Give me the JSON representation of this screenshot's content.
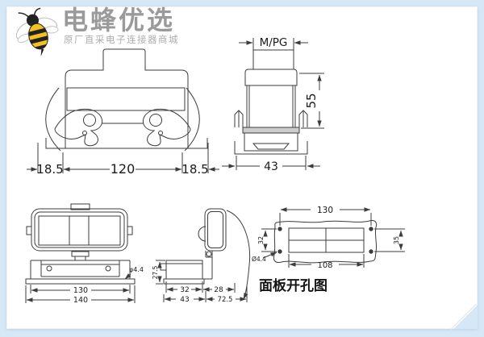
{
  "colors": {
    "canvas_bg": "#d6e8f6",
    "paper": "#ffffff",
    "line": "#3c3c3c",
    "brand_gray": "#9a9a9a",
    "bee_yellow": "#f2c21e"
  },
  "logo": {
    "brand": "电蜂优选",
    "tagline": "原厂直采电子连接器商城"
  },
  "views": {
    "housing_front": {
      "dim_left": "18.5",
      "dim_width": "120",
      "dim_right": "18.5"
    },
    "housing_side": {
      "thread": "M/PG",
      "dim_height": "55",
      "dim_width": "43"
    },
    "base_front": {
      "hole": "φ4.4",
      "dim_inner": "130",
      "dim_outer": "140"
    },
    "base_side": {
      "dim_height": "27.5",
      "dim_base": "32",
      "dim_hinge": "28",
      "dim_total": "43",
      "dim_open": "72.5"
    },
    "panel_cutout": {
      "title": "面板开孔图",
      "dim_top": "130",
      "dim_bottom": "108",
      "dim_left": "32",
      "dim_right": "35",
      "hole": "Ø4.4"
    }
  }
}
